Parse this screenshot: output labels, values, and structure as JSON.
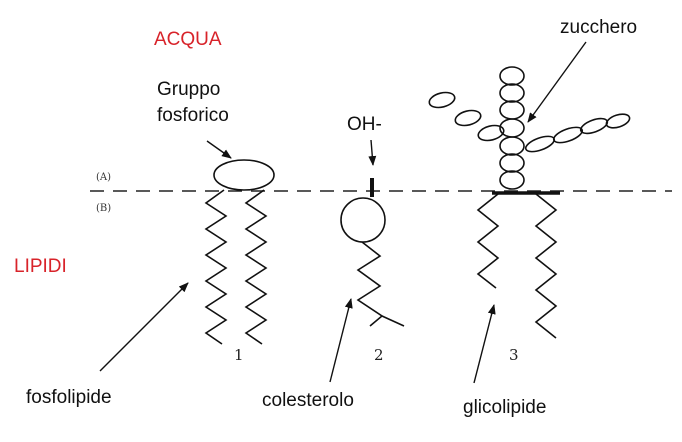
{
  "labels": {
    "water": "ACQUA",
    "lipids": "LIPIDI",
    "phosphate_group_line1": "Gruppo",
    "phosphate_group_line2": "fosforico",
    "hydroxyl": "OH-",
    "sugar": "zucchero",
    "side_a": "(A)",
    "side_b": "(B)",
    "number_1": "1",
    "number_2": "2",
    "number_3": "3",
    "phospholipid": "fosfolipide",
    "cholesterol": "colesterolo",
    "glycolipid": "glicolipide"
  },
  "colors": {
    "accent_label": "#d8232a",
    "ink": "#111111"
  }
}
